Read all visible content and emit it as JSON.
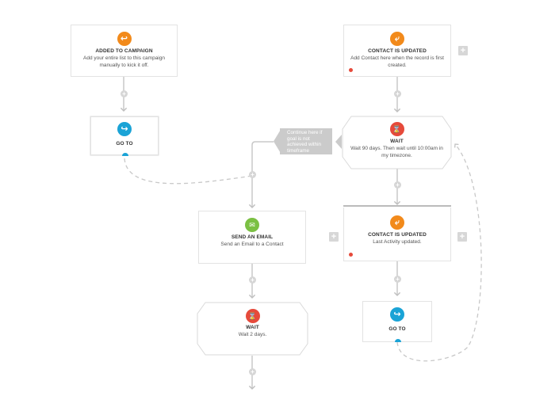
{
  "nodes": {
    "added_to_campaign": {
      "title": "ADDED TO CAMPAIGN",
      "desc": "Add your entire list to this campaign manually to kick it off.",
      "icon": "campaign-arrow-icon",
      "icon_color": "#f28a1b"
    },
    "contact_updated_1": {
      "title": "CONTACT IS UPDATED",
      "desc": "Add Contact here when the record is first created.",
      "icon": "contact-update-icon",
      "icon_color": "#f28a1b"
    },
    "goto_1": {
      "title": "GO TO",
      "icon": "goto-arrow-icon",
      "icon_color": "#1aa3d6"
    },
    "wait_1": {
      "title": "WAIT",
      "desc": "Wait 90 days. Then wait until 10:00am in my timezone.",
      "icon": "hourglass-icon",
      "icon_color": "#e64a3b"
    },
    "send_email": {
      "title": "SEND AN EMAIL",
      "desc": "Send an Email to a Contact",
      "icon": "email-icon",
      "icon_color": "#7bc043"
    },
    "contact_updated_2": {
      "title": "CONTACT IS UPDATED",
      "desc": "Last Activity updated.",
      "icon": "contact-update-icon",
      "icon_color": "#f28a1b"
    },
    "wait_2": {
      "title": "WAIT",
      "desc": "Wait 2 days.",
      "icon": "hourglass-icon",
      "icon_color": "#e64a3b"
    },
    "goto_2": {
      "title": "GO TO",
      "icon": "goto-arrow-icon",
      "icon_color": "#1aa3d6"
    }
  },
  "tooltip": {
    "text": "Continue here if goal is not achieved within timeframe"
  },
  "symbols": {
    "plus": "+"
  },
  "colors": {
    "connector": "#c8c8c8",
    "dashed": "#c8c8c8",
    "status_red": "#e64a3b",
    "goto_blue": "#1aa3d6"
  }
}
